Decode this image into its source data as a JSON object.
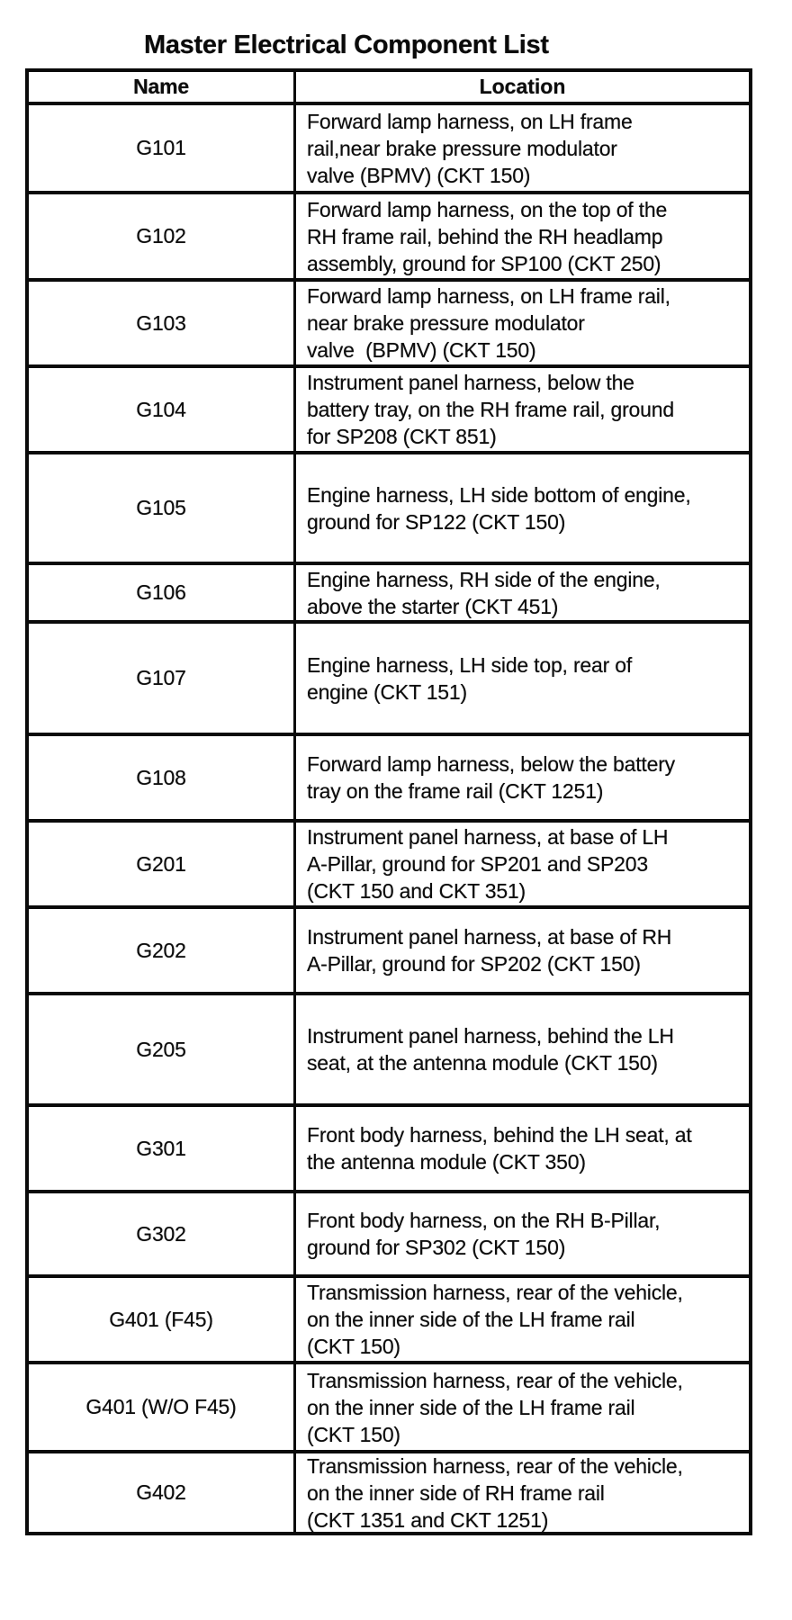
{
  "title": "Master Electrical Component List",
  "table": {
    "headers": {
      "name": "Name",
      "location": "Location"
    },
    "rows": [
      {
        "name": "G101",
        "location": "Forward lamp harness, on LH frame\nrail,near brake pressure modulator\nvalve (BPMV) (CKT 150)"
      },
      {
        "name": "G102",
        "location": "Forward lamp harness, on the top of the\nRH frame rail, behind the RH headlamp\nassembly, ground for SP100 (CKT 250)"
      },
      {
        "name": "G103",
        "location": "Forward lamp harness, on LH frame rail,\nnear brake pressure modulator\nvalve  (BPMV) (CKT 150)"
      },
      {
        "name": "G104",
        "location": "Instrument panel harness, below the\nbattery tray, on the RH frame rail, ground\nfor SP208 (CKT 851)"
      },
      {
        "name": "G105",
        "location": "Engine harness, LH side bottom of engine,\nground for SP122 (CKT 150)"
      },
      {
        "name": "G106",
        "location": "Engine harness, RH side of the engine,\nabove the starter (CKT 451)"
      },
      {
        "name": "G107",
        "location": "Engine harness, LH side top, rear of\nengine (CKT 151)"
      },
      {
        "name": "G108",
        "location": "Forward lamp harness, below the battery\ntray on the frame rail (CKT 1251)"
      },
      {
        "name": "G201",
        "location": "Instrument panel harness, at base of LH\nA-Pillar, ground for SP201 and SP203\n(CKT 150 and CKT 351)"
      },
      {
        "name": "G202",
        "location": "Instrument panel harness, at base of RH\nA-Pillar, ground for SP202 (CKT 150)"
      },
      {
        "name": "G205",
        "location": "Instrument panel harness, behind the LH\nseat, at the antenna module (CKT 150)"
      },
      {
        "name": "G301",
        "location": "Front body harness, behind the LH seat, at\nthe antenna module (CKT 350)"
      },
      {
        "name": "G302",
        "location": "Front body harness, on the RH B-Pillar,\nground for SP302 (CKT 150)"
      },
      {
        "name": "G401 (F45)",
        "location": "Transmission harness, rear of the vehicle,\non the inner side of the LH frame rail\n(CKT 150)"
      },
      {
        "name": "G401 (W/O F45)",
        "location": "Transmission harness, rear of the vehicle,\non the inner side of the LH frame rail\n(CKT 150)"
      },
      {
        "name": "G402",
        "location": "Transmission harness, rear of the vehicle,\non the inner side of RH frame rail\n(CKT 1351 and CKT 1251)"
      }
    ]
  },
  "colors": {
    "ink": "#0a0a0a",
    "paper": "#ffffff"
  }
}
